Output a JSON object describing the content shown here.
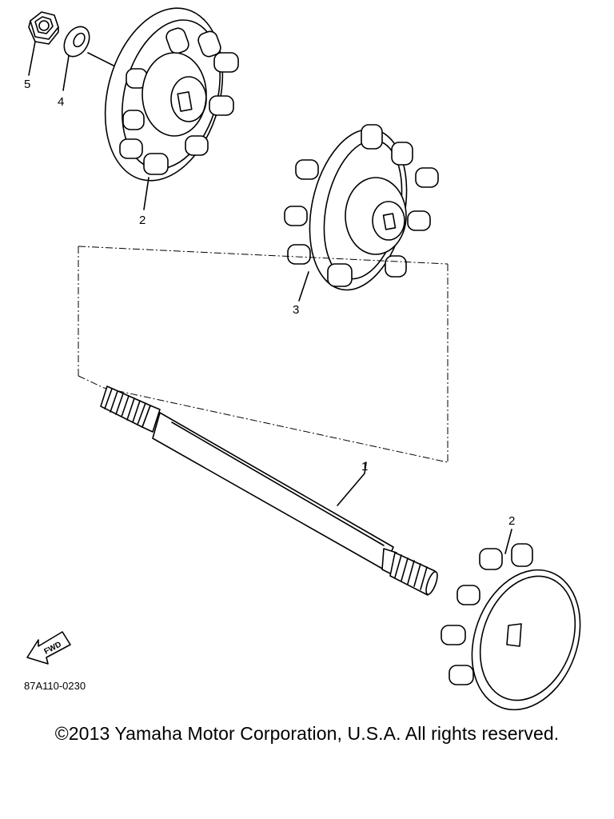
{
  "diagram": {
    "callouts": {
      "part1": "1",
      "part2_top": "2",
      "part2_bottom": "2",
      "part3": "3",
      "part4": "4",
      "part5": "5"
    },
    "fwd_label": "FWD",
    "drawing_code": "87A110-0230"
  },
  "footer": {
    "copyright": "©2013 Yamaha Motor Corporation, U.S.A. All rights reserved."
  }
}
